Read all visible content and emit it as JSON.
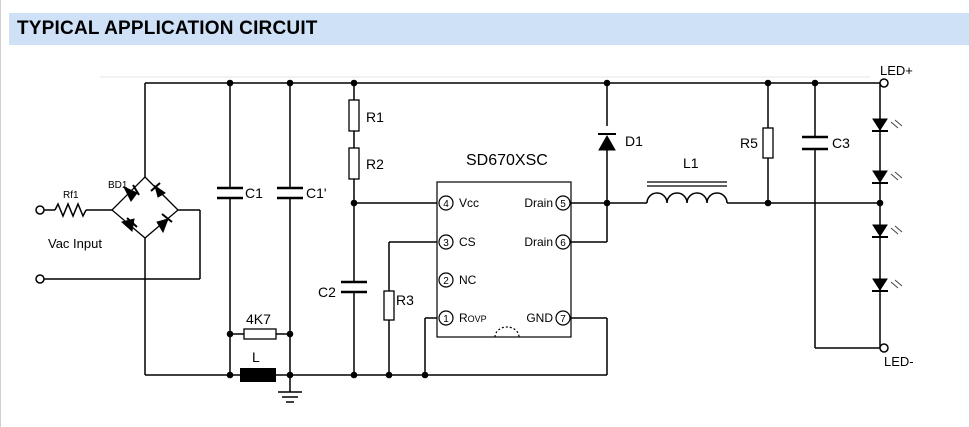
{
  "header": {
    "title": "TYPICAL APPLICATION CIRCUIT"
  },
  "circuit": {
    "ic_name": "SD670XSC",
    "pins": [
      {
        "num": "4",
        "label": "Vcc"
      },
      {
        "num": "3",
        "label": "CS"
      },
      {
        "num": "2",
        "label": "NC"
      },
      {
        "num": "1",
        "label": "R",
        "sub": "OVP"
      },
      {
        "num": "5",
        "label": "Drain"
      },
      {
        "num": "6",
        "label": "Drain"
      },
      {
        "num": "7",
        "label": "GND"
      }
    ],
    "labels": {
      "rf1": "Rf1",
      "bd1": "BD1",
      "vac": "Vac Input",
      "c1": "C1",
      "c1p": "C1'",
      "r1": "R1",
      "r2": "R2",
      "c2": "C2",
      "r3": "R3",
      "r4k7": "4K7",
      "l": "L",
      "d1": "D1",
      "l1": "L1",
      "r5": "R5",
      "c3": "C3",
      "led_plus": "LED+",
      "led_minus": "LED-"
    }
  }
}
